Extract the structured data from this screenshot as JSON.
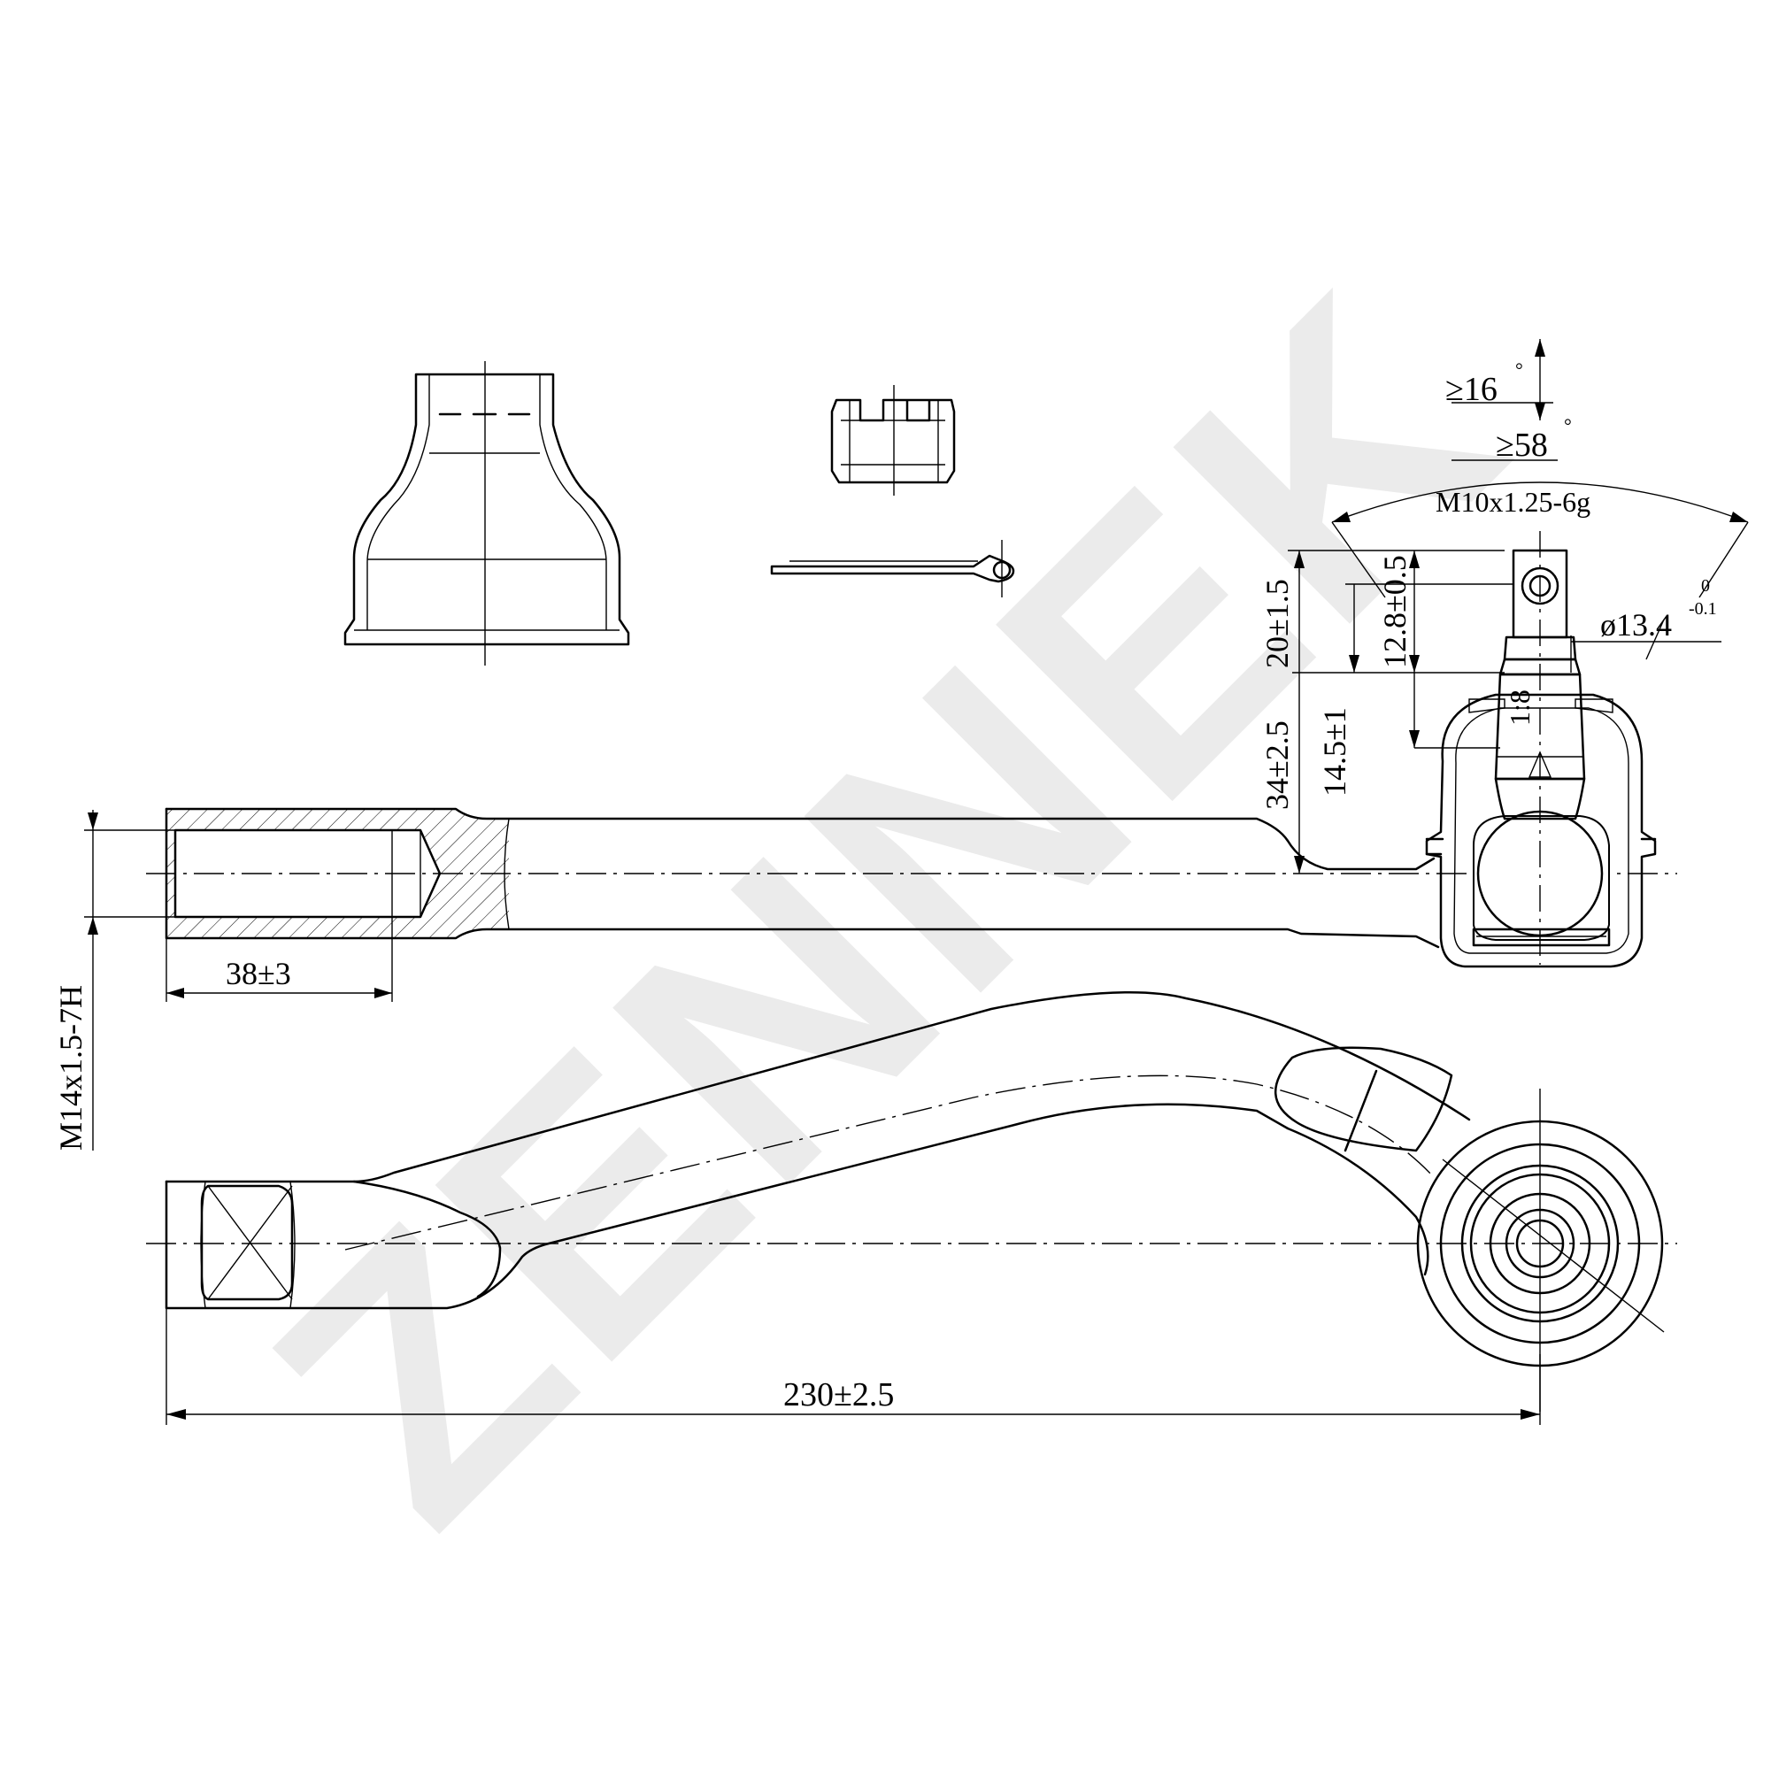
{
  "watermark": {
    "text": "ZENNEK",
    "color": "#ebebeb"
  },
  "colors": {
    "line": "#000000",
    "background": "#ffffff"
  },
  "dimensions": {
    "angle_16": "≥16",
    "angle_58": "≥58",
    "degree": "°",
    "stud_thread": "M10x1.25-6g",
    "taper_dia": "ø13.4",
    "taper_tol_upper": "0",
    "taper_tol_lower": "-0.1",
    "h_34": "34±2.5",
    "h_20": "20±1.5",
    "h_12_8": "12.8±0.5",
    "h_14_5": "14.5±1",
    "taper_ratio": "1:8",
    "inner_thread": "M14x1.5-7H",
    "thread_depth": "38±3",
    "overall_length": "230±2.5"
  }
}
